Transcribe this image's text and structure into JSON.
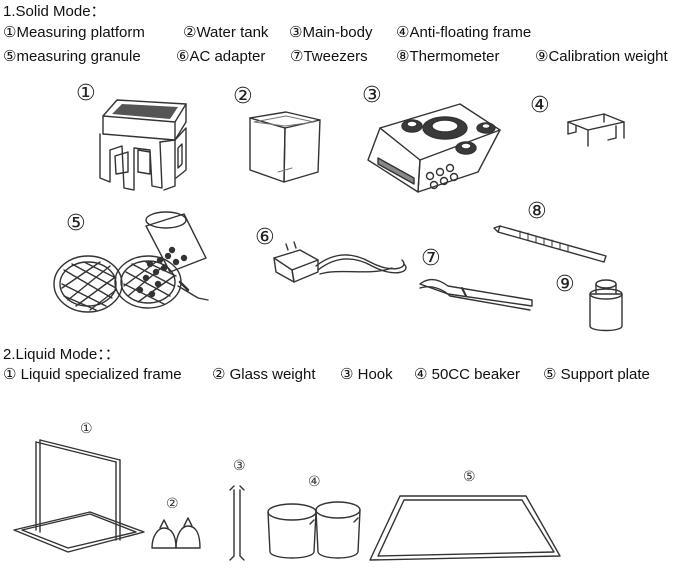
{
  "solid": {
    "heading": "1.Solid Mode：",
    "row1": [
      "①Measuring platform",
      "②Water tank",
      "③Main-body",
      "④Anti-floating frame"
    ],
    "row2": [
      "⑤measuring granule",
      "⑥AC adapter",
      "⑦Tweezers",
      "⑧Thermometer",
      "⑨Calibration weight"
    ],
    "markers": [
      "①",
      "②",
      "③",
      "④",
      "⑤",
      "⑥",
      "⑦",
      "⑧",
      "⑨"
    ]
  },
  "liquid": {
    "heading": "2.Liquid Mode：：",
    "row": [
      "① Liquid specialized frame",
      "② Glass weight",
      "③ Hook",
      "④ 50CC beaker",
      "⑤ Support plate"
    ],
    "markers": [
      "①",
      "②",
      "③",
      "④",
      "⑤"
    ]
  }
}
